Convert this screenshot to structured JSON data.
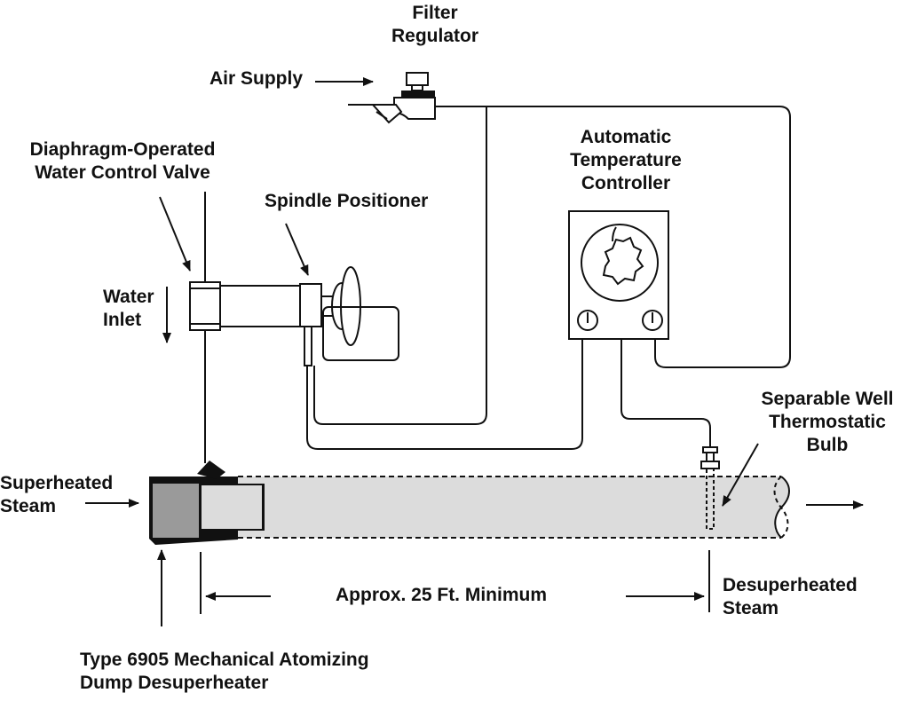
{
  "labels": {
    "filter_regulator": [
      "Filter",
      "Regulator"
    ],
    "air_supply": "Air Supply",
    "diaphragm_valve": [
      "Diaphragm-Operated",
      "Water Control Valve"
    ],
    "spindle_positioner": "Spindle Positioner",
    "temp_controller": [
      "Automatic",
      "Temperature",
      "Controller"
    ],
    "water_inlet": [
      "Water",
      "Inlet"
    ],
    "superheated_steam": [
      "Superheated",
      "Steam"
    ],
    "separable_well": [
      "Separable Well",
      "Thermostatic",
      "Bulb"
    ],
    "distance": "Approx. 25 Ft. Minimum",
    "desuperheated_steam": [
      "Desuperheated",
      "Steam"
    ],
    "desuperheater": [
      "Type 6905 Mechanical Atomizing",
      "Dump Desuperheater"
    ]
  },
  "colors": {
    "line": "#111111",
    "pipe_fill": "#dcdcdc",
    "nozzle_dark": "#111111",
    "nozzle_mid": "#9a9a9a",
    "nozzle_light": "#dcdcdc"
  }
}
